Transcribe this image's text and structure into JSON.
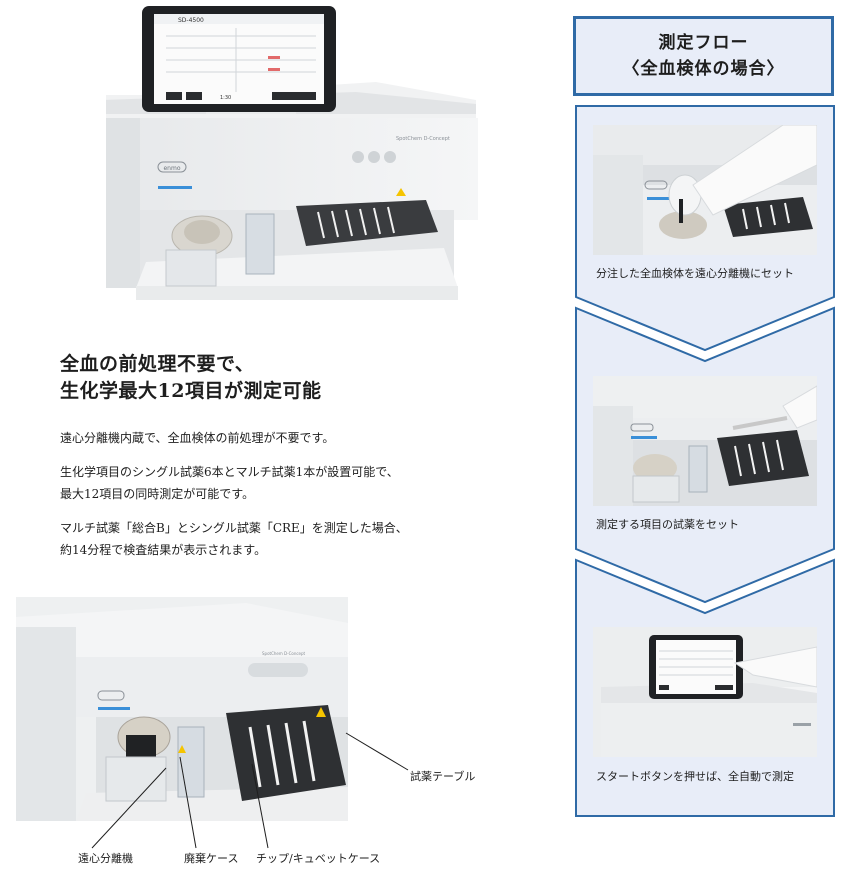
{
  "headline": {
    "line1": "全血の前処理不要で、",
    "line2": "生化学最大12項目が測定可能"
  },
  "paragraphs": {
    "p1": "遠心分離機内蔵で、全血検体の前処理が不要です。",
    "p2_line1": "生化学項目のシングル試薬6本とマルチ試薬1本が設置可能で、",
    "p2_line2": "最大12項目の同時測定が可能です。",
    "p3_line1": "マルチ試薬「総合B」とシングル試薬「CRE」を測定した場合、",
    "p3_line2": "約14分程で検査結果が表示されます。"
  },
  "device": {
    "brand_badge": "enmo",
    "model_label": "SpotChem D-Concept",
    "tablet_header": "SD-4500",
    "tablet_clock": "1:30"
  },
  "callouts": {
    "reagent_table": "試薬テーブル",
    "centrifuge": "遠心分離機",
    "waste_case": "廃棄ケース",
    "tip_cuvette_case": "チップ/キュベットケース"
  },
  "flow": {
    "title_line1": "測定フロー",
    "title_line2": "〈全血検体の場合〉",
    "steps": [
      {
        "label": "分注した全血検体を遠心分離機にセット"
      },
      {
        "label": "測定する項目の試薬をセット"
      },
      {
        "label": "スタートボタンを押せば、全自動で測定"
      }
    ]
  },
  "colors": {
    "flow_border": "#2f6aa6",
    "flow_fill": "#e8edf8",
    "device_body": "#e9ebec",
    "accent_blue": "#3a8fd8"
  }
}
